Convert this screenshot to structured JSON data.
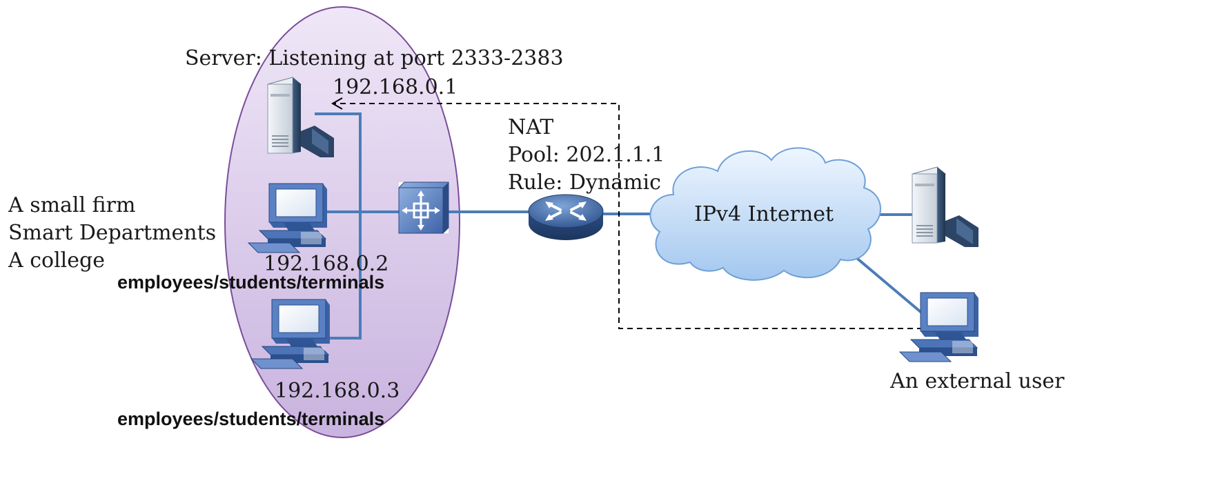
{
  "colors": {
    "zone_fill_top": "#efe7f7",
    "zone_fill_bottom": "#c9b3df",
    "zone_stroke": "#7a4d99",
    "link": "#4a7db8",
    "cloud_fill_top": "#e9f3ff",
    "cloud_fill_bottom": "#9fc4ee",
    "cloud_stroke": "#6f9fd6",
    "dashed": "#000000"
  },
  "labels": {
    "server_port": "Server: Listening at port 2333-2383",
    "server_ip": "192.168.0.1",
    "nat": "NAT",
    "pool": "Pool: 202.1.1.1",
    "rule": "Rule: Dynamic",
    "org_line1": "A small firm",
    "org_line2": "Smart Departments",
    "org_line3": "A college",
    "pc1_ip": "192.168.0.2",
    "pc1_role": "employees/students/terminals",
    "pc2_ip": "192.168.0.3",
    "pc2_role": "employees/students/terminals",
    "internet": "IPv4 Internet",
    "external_user": "An external user"
  },
  "icons": {
    "internal_server": "server-tower-icon",
    "internal_pc_1": "desktop-computer-icon",
    "internal_pc_2": "desktop-computer-icon",
    "switch": "layer3-switch-icon",
    "router": "router-icon",
    "cloud": "internet-cloud-icon",
    "external_server": "server-tower-icon",
    "external_pc": "desktop-computer-icon"
  }
}
